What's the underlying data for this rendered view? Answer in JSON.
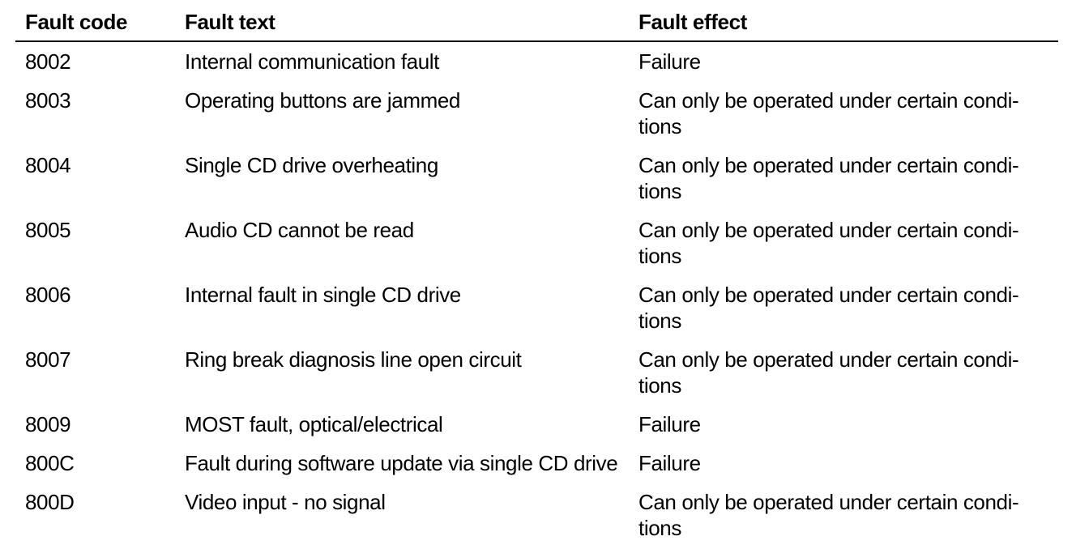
{
  "table": {
    "headers": {
      "code": "Fault code",
      "text": "Fault text",
      "effect": "Fault effect"
    },
    "rows": [
      {
        "code": "8002",
        "text": "Internal communication fault",
        "effect_lines": [
          "Failure"
        ]
      },
      {
        "code": "8003",
        "text": "Operating buttons are jammed",
        "effect_lines": [
          "Can only be operated under certain condi-",
          "tions"
        ]
      },
      {
        "code": "8004",
        "text": "Single CD drive overheating",
        "effect_lines": [
          "Can only be operated under certain condi-",
          "tions"
        ]
      },
      {
        "code": "8005",
        "text": "Audio CD cannot be read",
        "effect_lines": [
          "Can only be operated under certain condi-",
          "tions"
        ]
      },
      {
        "code": "8006",
        "text": "Internal fault in single CD drive",
        "effect_lines": [
          "Can only be operated under certain condi-",
          "tions"
        ]
      },
      {
        "code": "8007",
        "text": "Ring break diagnosis line open circuit",
        "effect_lines": [
          "Can only be operated under certain condi-",
          "tions"
        ]
      },
      {
        "code": "8009",
        "text": "MOST fault, optical/electrical",
        "effect_lines": [
          "Failure"
        ]
      },
      {
        "code": "800C",
        "text": "Fault during software update via single CD drive",
        "effect_lines": [
          "Failure"
        ]
      },
      {
        "code": "800D",
        "text": "Video input - no signal",
        "effect_lines": [
          "Can only be operated under certain condi-",
          "tions"
        ]
      }
    ]
  }
}
